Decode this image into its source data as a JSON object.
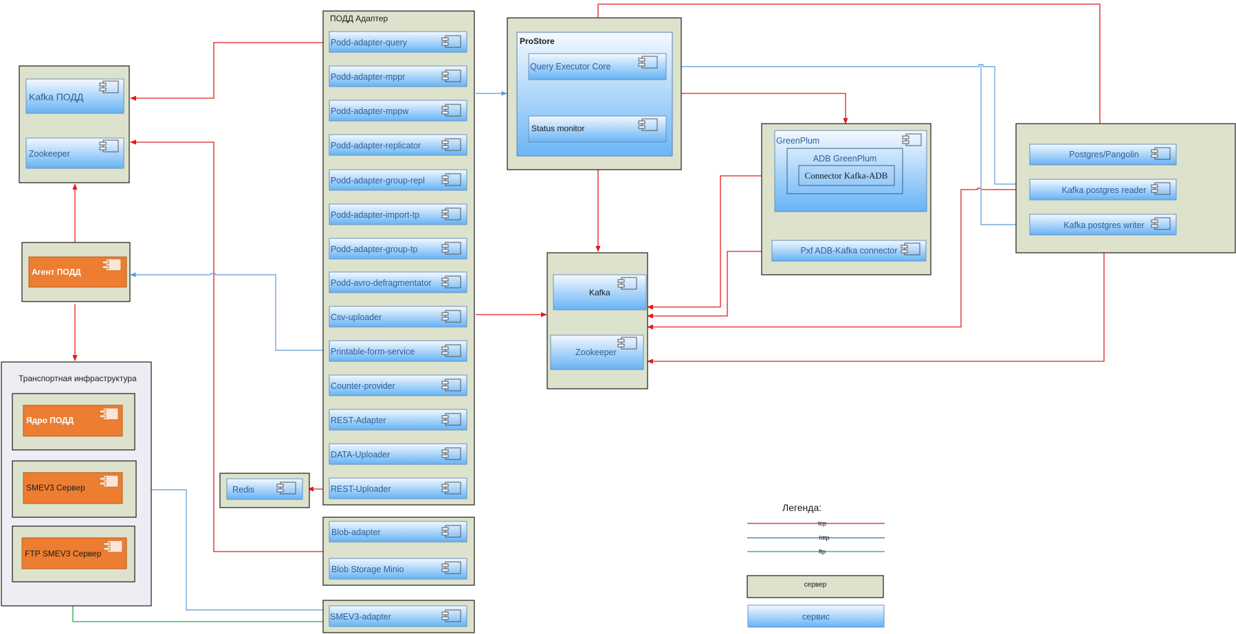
{
  "colors": {
    "server_fill": "#dde2cc",
    "service_grad_top": "#f4f9ff",
    "service_grad_bottom": "#66b3f5",
    "orange": "#ed7d31",
    "tcp": "#e31b1b",
    "http": "#5b9bd5",
    "ftp": "#22a84a"
  },
  "kafka_podd": {
    "kafka": "Kafka ПОДД",
    "zookeeper": "Zookeeper"
  },
  "agent": {
    "label": "Агент ПОДД"
  },
  "transport": {
    "title": "Транспортная инфраструктура",
    "core": "Ядро ПОДД",
    "smev3": "SMEV3 Сервер",
    "ftp_smev3": "FTP SMEV3 Сервер"
  },
  "podd_adapter": {
    "title": "ПОДД Адаптер",
    "services": [
      "Podd-adapter-query",
      "Podd-adapter-mppr",
      "Podd-adapter-mppw",
      "Podd-adapter-replicator",
      "Podd-adapter-group-repl",
      "Podd-adapter-import-tp",
      "Podd-adapter-group-tp",
      "Podd-avro-defragmentator",
      "Csv-uploader",
      "Printable-form-service",
      "Counter-provider",
      "REST-Adapter",
      "DATA-Uploader",
      "REST-Uploader"
    ]
  },
  "redis": {
    "label": "Redis"
  },
  "blob": {
    "adapter": "Blob-adapter",
    "storage": "Blob Storage Minio"
  },
  "smev3_adapter": {
    "label": "SMEV3-adapter"
  },
  "prostore": {
    "title": "ProStore",
    "query_executor": "Query Executor Core",
    "status_monitor": "Status monitor"
  },
  "kafka_cluster": {
    "kafka": "Kafka",
    "zookeeper": "Zookeeper"
  },
  "greenplum": {
    "title": "GreenPlum",
    "adb": "ADB GreenPlum",
    "connector": "Connector Kafka-ADB",
    "pxf": "Pxf ADB-Kafka connector"
  },
  "postgres": {
    "pangolin": "Postgres/Pangolin",
    "reader": "Kafka postgres reader",
    "writer": "Kafka postgres writer"
  },
  "legend": {
    "title": "Легенда:",
    "tcp": "tcp",
    "http": "http",
    "ftp": "ftp",
    "server": "сервер",
    "service": "сервис"
  }
}
